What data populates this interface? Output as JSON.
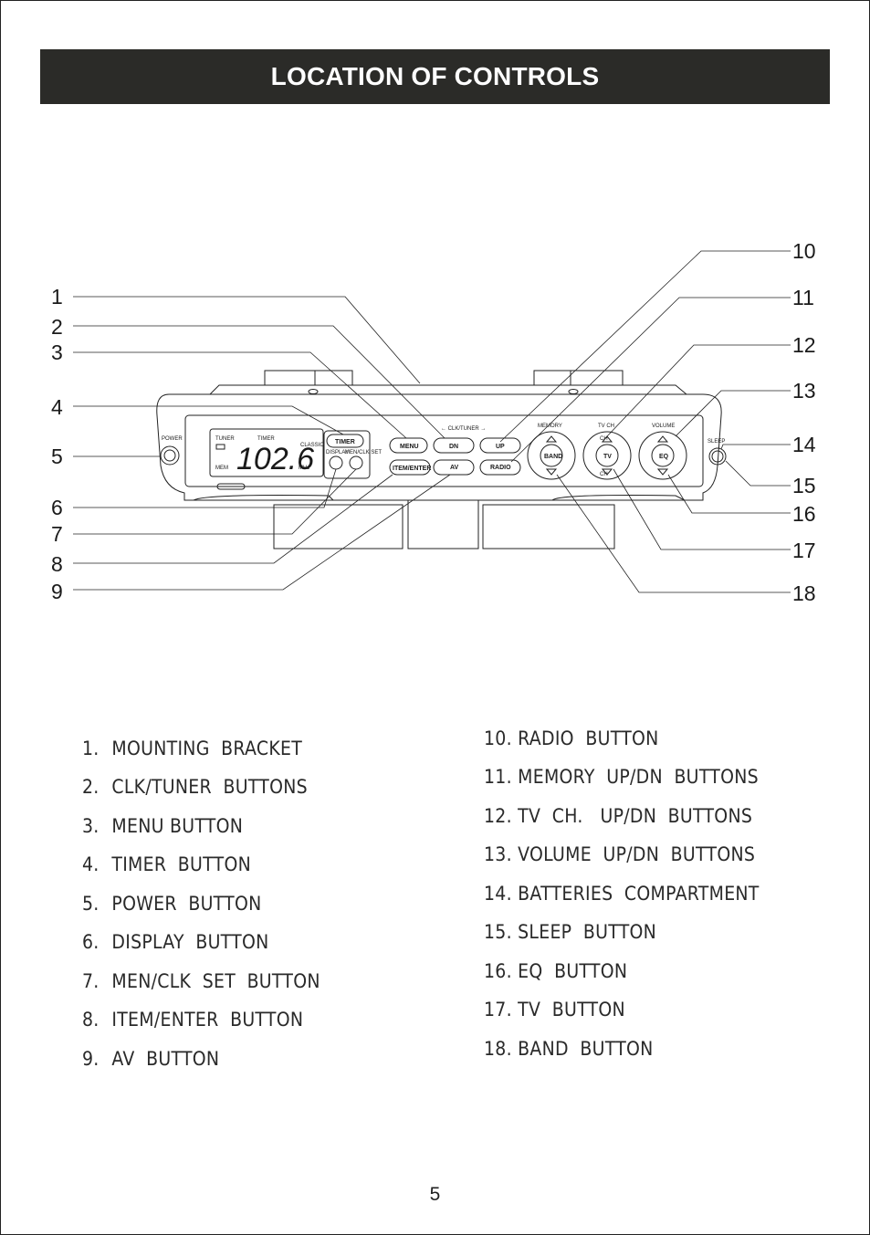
{
  "header": {
    "title": "LOCATION OF CONTROLS"
  },
  "callouts": {
    "left": [
      "1",
      "2",
      "3",
      "4",
      "5",
      "6",
      "7",
      "8",
      "9"
    ],
    "right": [
      "10",
      "11",
      "12",
      "13",
      "14",
      "15",
      "16",
      "17",
      "18"
    ]
  },
  "device": {
    "labels": {
      "power": "POWER",
      "tuner": "TUNER",
      "timer_small": "TIMER",
      "mem": "MEM",
      "mhz": "MHz",
      "display_digits": "102.6",
      "timer": "TIMER",
      "display_btn": "DISPLAY",
      "menclk": "MEN/CLK SET",
      "menu": "MENU",
      "item_enter": "ITEM/ENTER",
      "dn": "DN",
      "up": "UP",
      "av": "AV",
      "radio": "RADIO",
      "clk_tuner": "← CLK/TUNER →",
      "memory": "MEMORY",
      "band": "BAND",
      "tvch": "TV CH",
      "ch": "CH",
      "tv": "TV",
      "volume": "VOLUME",
      "eq": "EQ",
      "sleep": "SLEEP",
      "classic": "CLASSIC"
    }
  },
  "legend": {
    "left": [
      {
        "n": "1.",
        "label": "MOUNTING  BRACKET"
      },
      {
        "n": "2.",
        "label": "CLK/TUNER  BUTTONS"
      },
      {
        "n": "3.",
        "label": "MENU BUTTON"
      },
      {
        "n": "4.",
        "label": "TIMER  BUTTON"
      },
      {
        "n": "5.",
        "label": "POWER  BUTTON"
      },
      {
        "n": "6.",
        "label": "DISPLAY  BUTTON"
      },
      {
        "n": "7.",
        "label": "MEN/CLK  SET  BUTTON"
      },
      {
        "n": "8.",
        "label": "ITEM/ENTER  BUTTON"
      },
      {
        "n": "9.",
        "label": "AV  BUTTON"
      }
    ],
    "right": [
      {
        "n": "10.",
        "label": "RADIO  BUTTON"
      },
      {
        "n": "11.",
        "label": "MEMORY  UP/DN  BUTTONS"
      },
      {
        "n": "12.",
        "label": "TV  CH.   UP/DN  BUTTONS"
      },
      {
        "n": "13.",
        "label": "VOLUME  UP/DN  BUTTONS"
      },
      {
        "n": "14.",
        "label": "BATTERIES  COMPARTMENT"
      },
      {
        "n": "15.",
        "label": "SLEEP  BUTTON"
      },
      {
        "n": "16.",
        "label": "EQ  BUTTON"
      },
      {
        "n": "17.",
        "label": "TV  BUTTON"
      },
      {
        "n": "18.",
        "label": "BAND  BUTTON"
      }
    ]
  },
  "footer": {
    "page_number": "5"
  }
}
